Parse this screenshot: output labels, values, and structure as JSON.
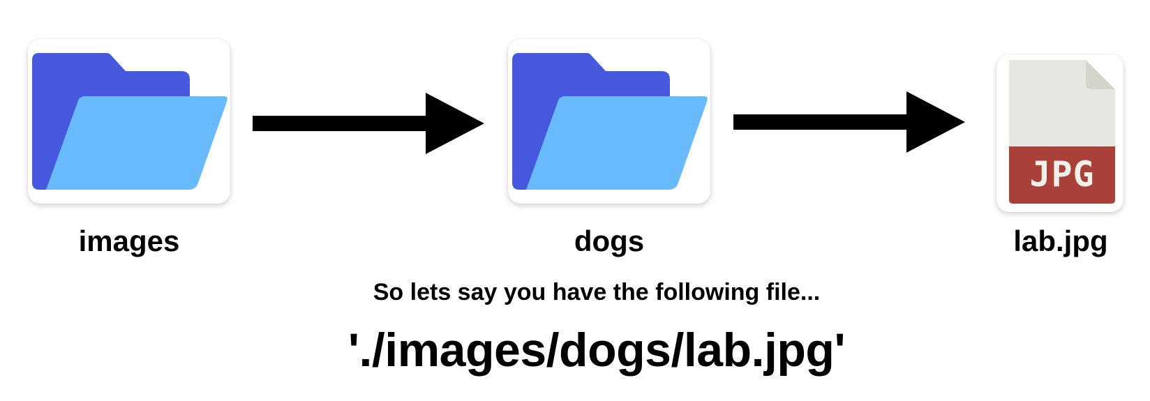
{
  "items": [
    {
      "label": "images",
      "kind": "folder-icon"
    },
    {
      "label": "dogs",
      "kind": "folder-icon"
    },
    {
      "label": "lab.jpg",
      "kind": "jpg-file-icon",
      "badge": "JPG"
    }
  ],
  "caption": "So lets say you have the following file...",
  "path": "'./images/dogs/lab.jpg'",
  "colors": {
    "folder_back": "#4558DE",
    "folder_front": "#68BAFB",
    "file_paper": "#E7E6E0",
    "file_fold": "#D6D5CC",
    "file_band": "#A9403A",
    "arrow": "#000000"
  }
}
